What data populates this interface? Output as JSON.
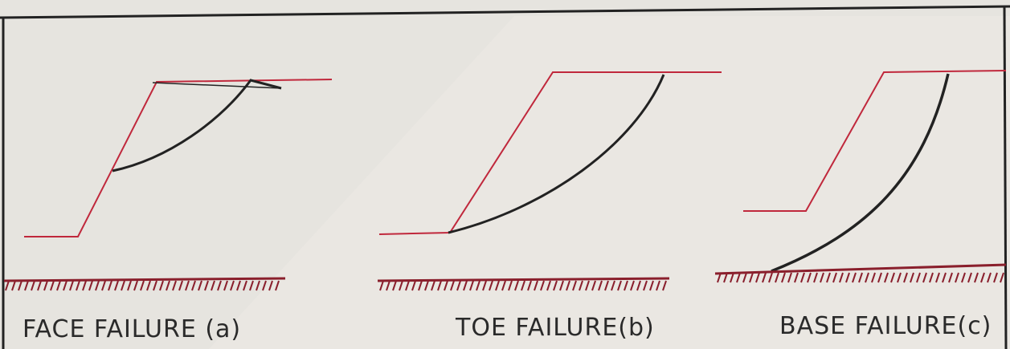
{
  "diagrams": [
    {
      "id": "a",
      "caption": "FACE FAILURE (a)"
    },
    {
      "id": "b",
      "caption": "TOE FAILURE(b)"
    },
    {
      "id": "c",
      "caption": "BASE FAILURE(c)"
    }
  ],
  "colors": {
    "paper": "#e6e4df",
    "slope_line": "#c0283c",
    "failure_curve": "#222222",
    "border": "#222222",
    "hatch": "#8a1f2c"
  }
}
